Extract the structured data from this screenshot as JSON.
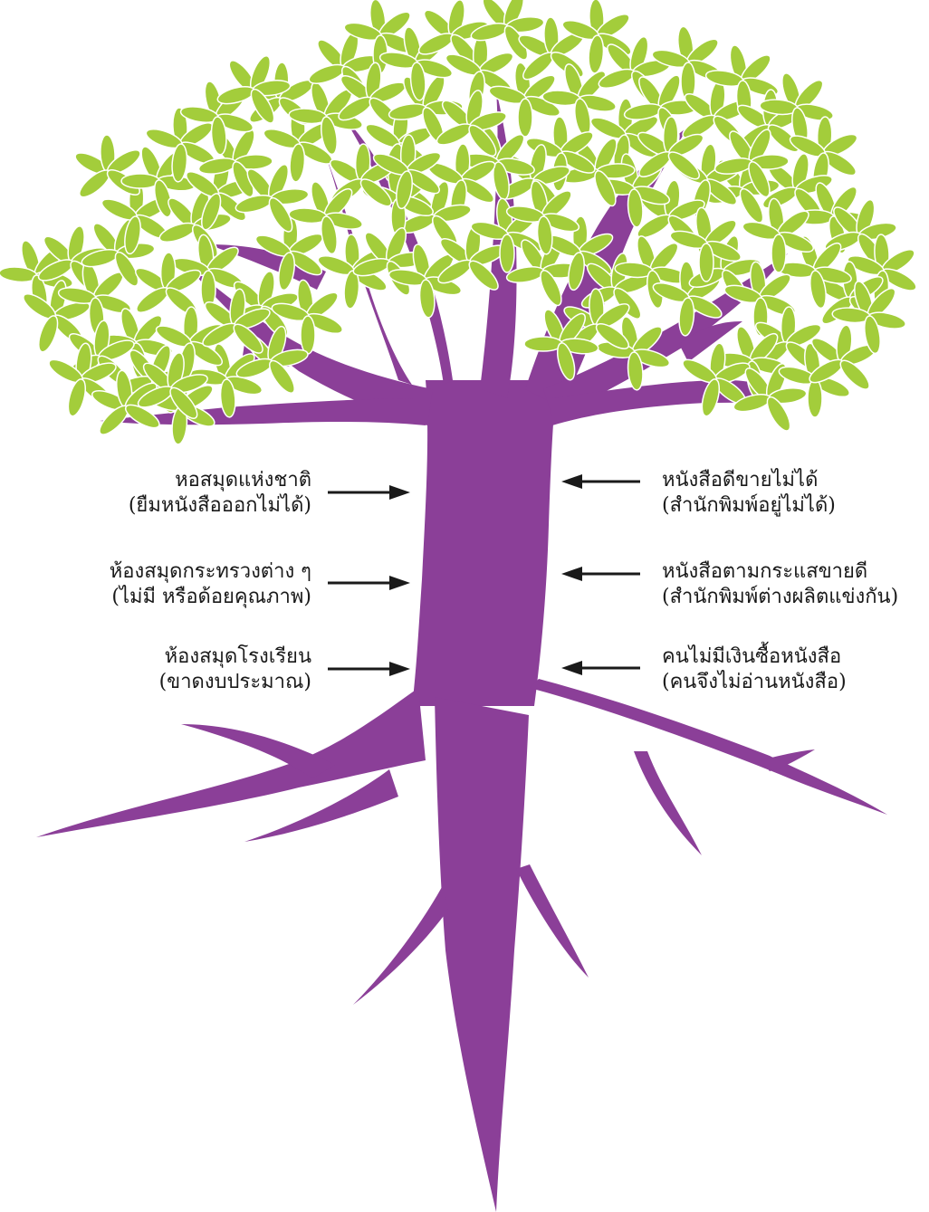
{
  "colors": {
    "trunk": "#8b3f98",
    "leaf": "#a3cd3b",
    "leaf_outline": "#ffffff",
    "arrow": "#1a1a1a",
    "text": "#1a1a1a",
    "background": "#ffffff"
  },
  "left_labels": [
    {
      "line1": "หอสมุดแห่งชาติ",
      "line2": "(ยืมหนังสือออกไม่ได้)"
    },
    {
      "line1": "ห้องสมุดกระทรวงต่าง ๆ",
      "line2": "(ไม่มี หรือด้อยคุณภาพ)"
    },
    {
      "line1": "ห้องสมุดโรงเรียน",
      "line2": "(ขาดงบประมาณ)"
    }
  ],
  "right_labels": [
    {
      "line1": "หนังสือดีขายไม่ได้",
      "line2": "(สำนักพิมพ์อยู่ไม่ได้)"
    },
    {
      "line1": "หนังสือตามกระแสขายดี",
      "line2": "(สำนักพิมพ์ต่างผลิตแข่งกัน)"
    },
    {
      "line1": "คนไม่มีเงินซื้อหนังสือ",
      "line2": "(คนจึงไม่อ่านหนังสือ)"
    }
  ]
}
